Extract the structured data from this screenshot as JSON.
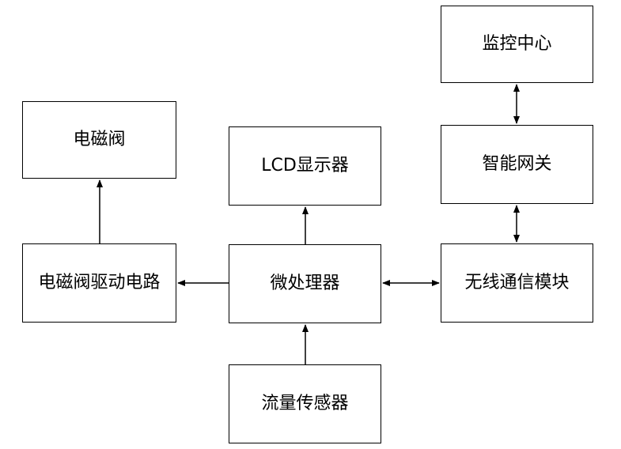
{
  "diagram": {
    "nodes": {
      "monitor_center": {
        "label": "监控中心"
      },
      "gateway": {
        "label": "智能网关"
      },
      "wireless": {
        "label": "无线通信模块"
      },
      "mcu": {
        "label": "微处理器"
      },
      "lcd": {
        "label": "LCD显示器"
      },
      "valve": {
        "label": "电磁阀"
      },
      "valve_driver": {
        "label": "电磁阀驱动电路"
      },
      "flow_sensor": {
        "label": "流量传感器"
      }
    },
    "edges": [
      {
        "from": "monitor_center",
        "to": "gateway",
        "direction": "both"
      },
      {
        "from": "gateway",
        "to": "wireless",
        "direction": "both"
      },
      {
        "from": "mcu",
        "to": "wireless",
        "direction": "both"
      },
      {
        "from": "mcu",
        "to": "lcd",
        "direction": "forward"
      },
      {
        "from": "mcu",
        "to": "valve_driver",
        "direction": "forward"
      },
      {
        "from": "valve_driver",
        "to": "valve",
        "direction": "forward"
      },
      {
        "from": "flow_sensor",
        "to": "mcu",
        "direction": "forward"
      }
    ]
  }
}
